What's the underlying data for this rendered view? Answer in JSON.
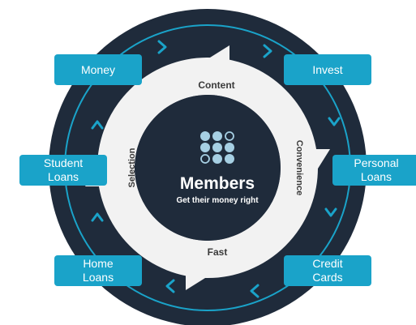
{
  "center": {
    "title": "Members",
    "subtitle": "Get their money right"
  },
  "ring_labels": {
    "top": "Content",
    "right": "Convenience",
    "bottom": "Fast",
    "left": "Selection"
  },
  "outer_boxes": {
    "money": "Money",
    "invest": "Invest",
    "student": "Student\nLoans",
    "personal": "Personal\nLoans",
    "home": "Home\nLoans",
    "credit": "Credit\nCards"
  },
  "colors": {
    "navy": "#1f2b3b",
    "accent": "#1aa3c9",
    "ring": "#f2f2f2",
    "label": "#3a3a3a",
    "logo_dots": "#a6cfe3"
  },
  "icons": {
    "logo": "grid-dots-logo-icon",
    "flow": "chevron-arrow-icon"
  }
}
